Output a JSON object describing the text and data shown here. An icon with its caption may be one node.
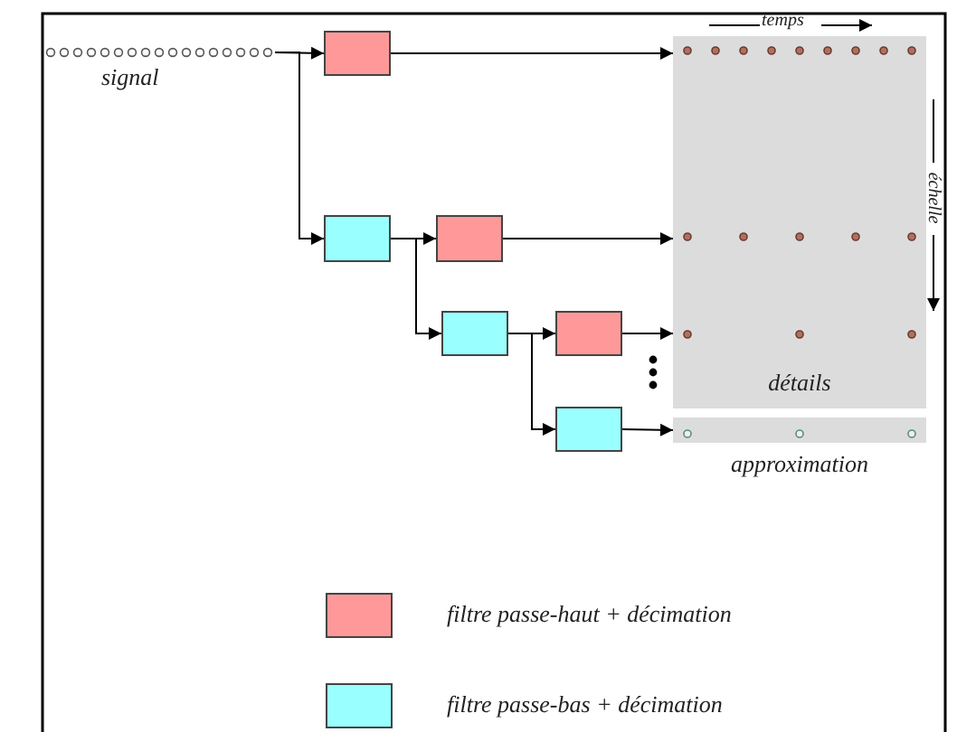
{
  "diagram": {
    "nodes": [
      {
        "text": [
          "signal"
        ]
      },
      {
        "text": [],
        "shape": "box"
      },
      {
        "text": [],
        "shape": "box"
      },
      {
        "text": [],
        "shape": "box"
      },
      {
        "text": [],
        "shape": "box"
      },
      {
        "text": [],
        "shape": "box"
      },
      {
        "text": [],
        "shape": "box"
      },
      {
        "text": [
          "détails"
        ]
      },
      {
        "text": [],
        "shape": "bar",
        "beside": [
          "approximation"
        ]
      }
    ],
    "edges": [
      {
        "from": 0,
        "to": 1,
        "arrow": "to"
      },
      {
        "from": 0,
        "to": 2,
        "arrow": "to"
      },
      {
        "from": 2,
        "to": 3,
        "arrow": "to"
      },
      {
        "from": 2,
        "to": 4,
        "arrow": "to"
      },
      {
        "from": 4,
        "to": 5,
        "arrow": "to"
      },
      {
        "from": 4,
        "to": 6,
        "arrow": "to"
      },
      {
        "from": 1,
        "to": 7,
        "arrow": "to"
      },
      {
        "from": 3,
        "to": 7,
        "arrow": "to"
      },
      {
        "from": 5,
        "to": 7,
        "arrow": "to"
      },
      {
        "from": 6,
        "to": 8,
        "arrow": "to"
      }
    ],
    "labels": [
      "temps",
      "échelle"
    ],
    "legend": [
      {
        "text": "filtre passe-haut + décimation",
        "color": "#ff9999"
      },
      {
        "text": "filtre passe-bas + décimation",
        "color": "#99ffff"
      }
    ]
  }
}
